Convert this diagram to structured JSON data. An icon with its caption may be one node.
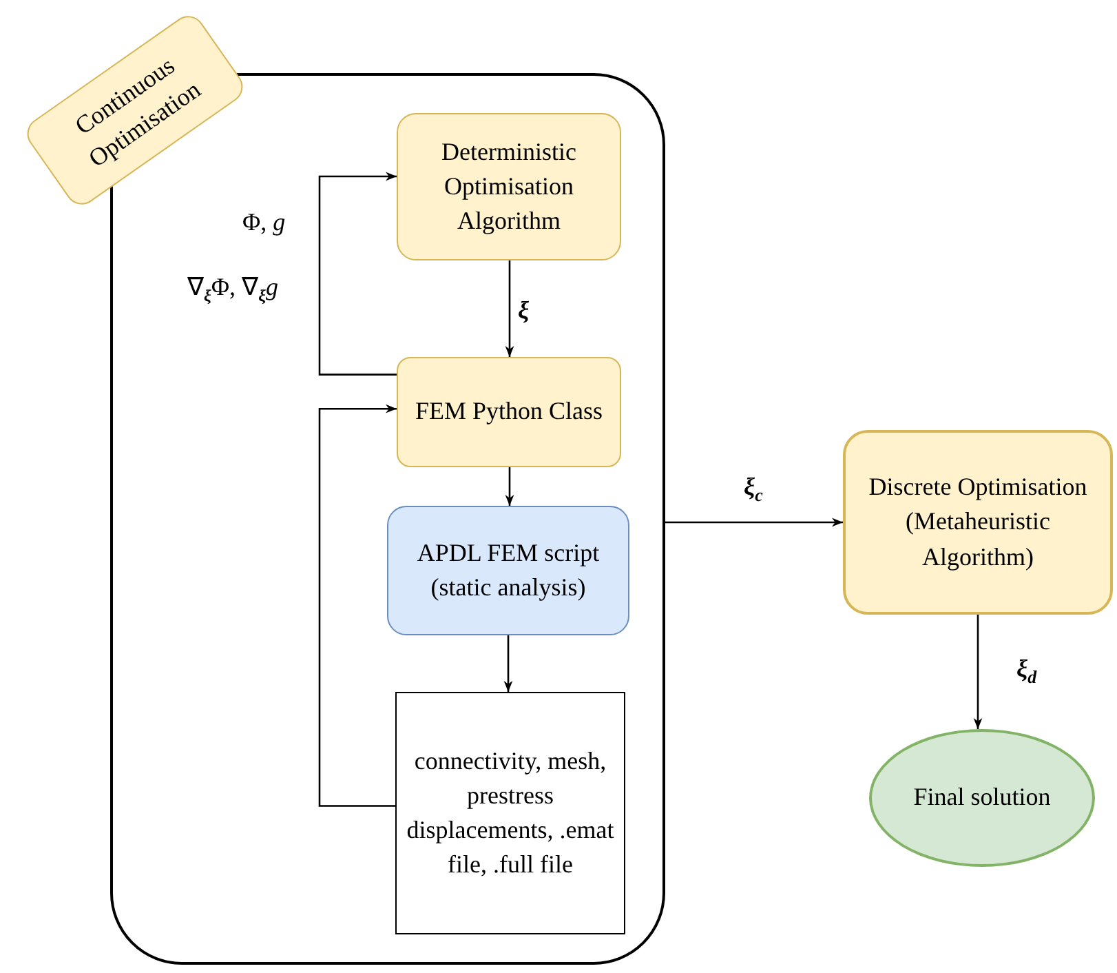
{
  "diagram": {
    "nodes": [
      {
        "text": [],
        "shape": "box"
      },
      {
        "text": [
          "Continuous Optimisation"
        ]
      },
      {
        "text": [
          "Deterministic Optimisation Algorithm"
        ],
        "in": 0
      },
      {
        "text": [
          "FEM Python Class"
        ],
        "in": 0
      },
      {
        "text": [
          "APDL FEM script (static analysis)"
        ],
        "in": 0
      },
      {
        "text": [
          "connectivity, mesh, prestress displacements, .emat file, .full file"
        ],
        "in": 0
      },
      {
        "text": [
          "Discrete Optimisation (Metaheuristic Algorithm)"
        ]
      },
      {
        "text": [
          "Final solution"
        ]
      }
    ],
    "edges": [
      {
        "from": 2,
        "to": 3,
        "arrow": "to",
        "label": "ξ"
      },
      {
        "from": 3,
        "to": 2,
        "arrow": "to",
        "label": "Φ, *g*"
      },
      {
        "from": 3,
        "to": 4,
        "arrow": "to"
      },
      {
        "from": 4,
        "to": 5,
        "arrow": "to"
      },
      {
        "from": 5,
        "to": 3,
        "arrow": "to"
      },
      {
        "from": 0,
        "to": 6,
        "arrow": "to",
        "label": "ξ$_{c}$"
      },
      {
        "from": 6,
        "to": 7,
        "arrow": "to",
        "label": "ξ$_{d}$"
      }
    ],
    "labels": [
      "∇$_{ξ}$Φ, ∇$_{ξ}$*g*"
    ]
  }
}
